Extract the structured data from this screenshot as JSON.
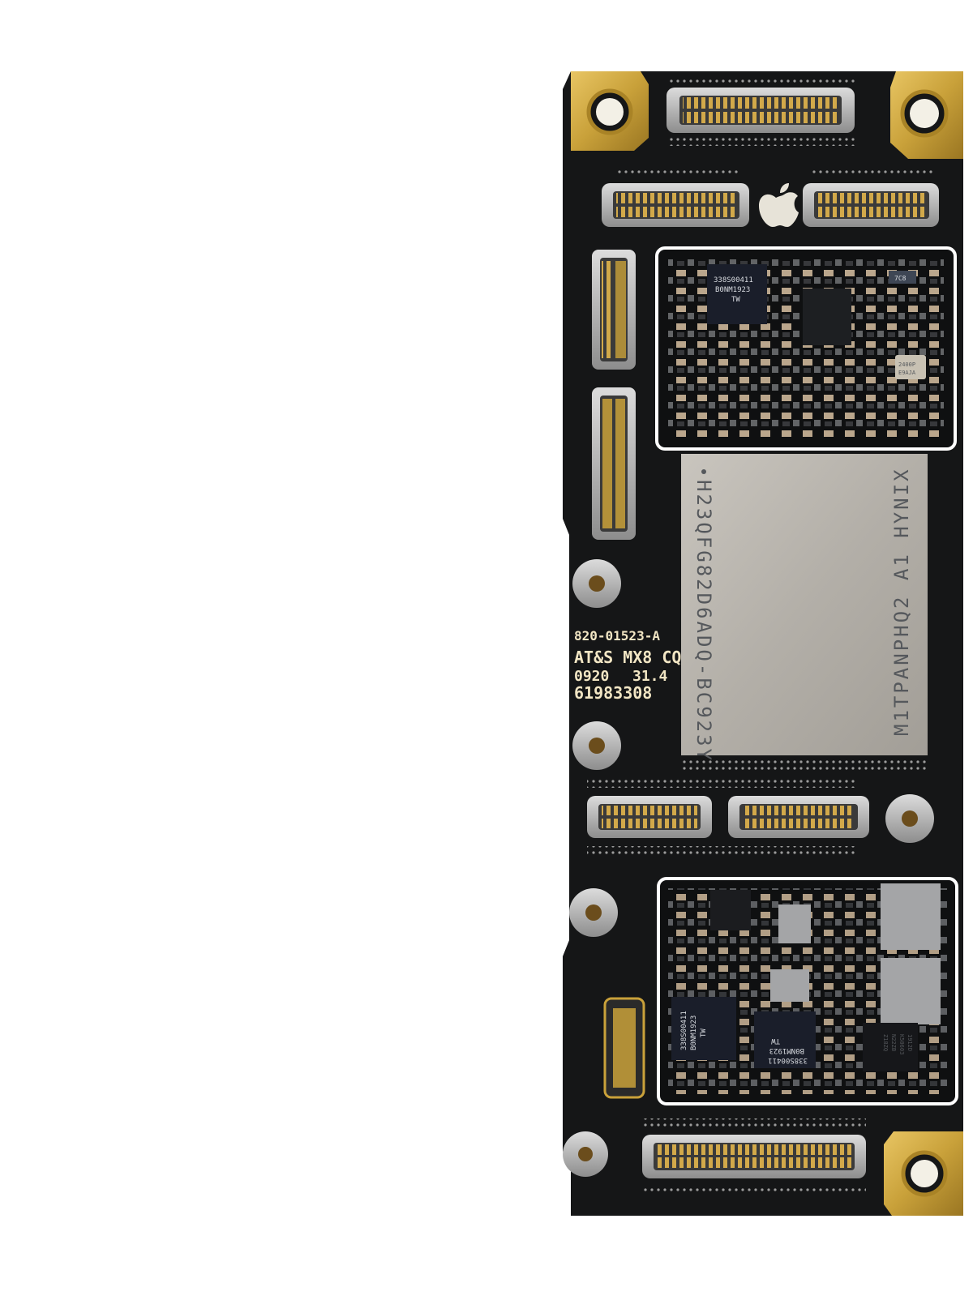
{
  "board": {
    "part_number": "820-01523-A",
    "maker": "AT&S MX8 CQ",
    "date_code": "0920",
    "rev": "31.4",
    "serial": "61983308"
  },
  "nand": {
    "line1": "H23QFG82D6ADQ-BC923Y",
    "line2": "M1TPANPHQ2 A1 HYNIX"
  },
  "chips": {
    "top_ic": [
      "338S00411",
      "B0NM1923",
      "TW"
    ],
    "crystal": [
      "2400P",
      "E9AJA"
    ],
    "small_tag": "7C8",
    "bottom_ic_left": [
      "338S00411",
      "B0NM1923",
      "TW"
    ],
    "bottom_ic_right": [
      "338S00411",
      "B0NM1923",
      "TW"
    ],
    "bottom_small": [
      "1912D",
      "K50603",
      "N22ZB",
      "Z18ZQ"
    ]
  },
  "colors": {
    "pcb": "#151617",
    "gold": "#c9a13a",
    "shield_outline": "#ffffff",
    "nand": "#b9b5ae",
    "silkscreen": "#f2e6c4"
  }
}
